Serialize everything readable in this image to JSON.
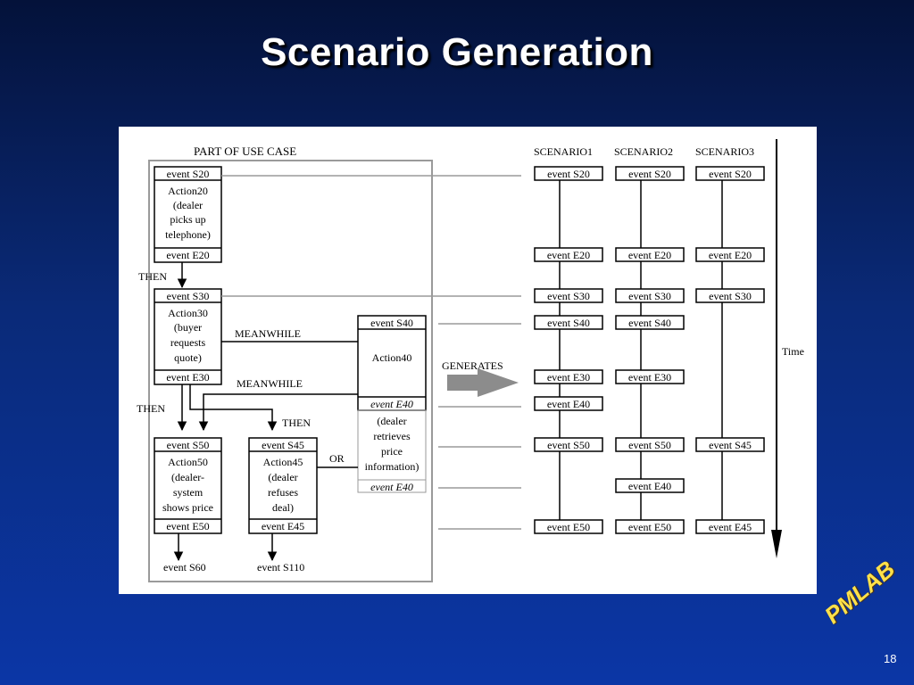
{
  "slide": {
    "title": "Scenario Generation",
    "page_number": "18",
    "logo_text": "PMLAB"
  },
  "diagram": {
    "use_case_label": "PART OF USE CASE",
    "scenario_headers": [
      "SCENARIO1",
      "SCENARIO2",
      "SCENARIO3"
    ],
    "time_label": "Time",
    "generates_label": "GENERATES",
    "connectors": {
      "then": "THEN",
      "meanwhile": "MEANWHILE",
      "or": "OR"
    },
    "action20": {
      "start": "event S20",
      "body": [
        "Action20",
        "(dealer",
        "picks up",
        "telephone)"
      ],
      "end": "event E20"
    },
    "action30": {
      "start": "event S30",
      "body": [
        "Action30",
        "(buyer",
        "requests",
        "quote)"
      ],
      "end": "event E30"
    },
    "action40": {
      "start": "event S40",
      "body": [
        "Action40"
      ],
      "end": "event E40",
      "desc": [
        "(dealer",
        "retrieves",
        "price",
        "information)"
      ],
      "end2": "event E40"
    },
    "action50": {
      "start": "event S50",
      "body": [
        "Action50",
        "(dealer-",
        "system",
        "shows price"
      ],
      "end": "event E50",
      "next": "event S60"
    },
    "action45": {
      "start": "event S45",
      "body": [
        "Action45",
        "(dealer",
        "refuses",
        "deal)"
      ],
      "end": "event E45",
      "next": "event  S110"
    },
    "scenario1": [
      "event S20",
      "event E20",
      "event S30",
      "event S40",
      "event E30",
      "event E40",
      "event S50",
      "event E50"
    ],
    "scenario2": [
      "event S20",
      "event E20",
      "event S30",
      "event S40",
      "event E30",
      "event S50",
      "event E40",
      "event E50"
    ],
    "scenario3": [
      "event S20",
      "event E20",
      "event S30",
      "event S45",
      "event E45"
    ]
  },
  "colors": {
    "background": "#0a2a78",
    "title": "#ffffff",
    "logo": "#ffe14a",
    "arrow": "#8c8c8c"
  }
}
